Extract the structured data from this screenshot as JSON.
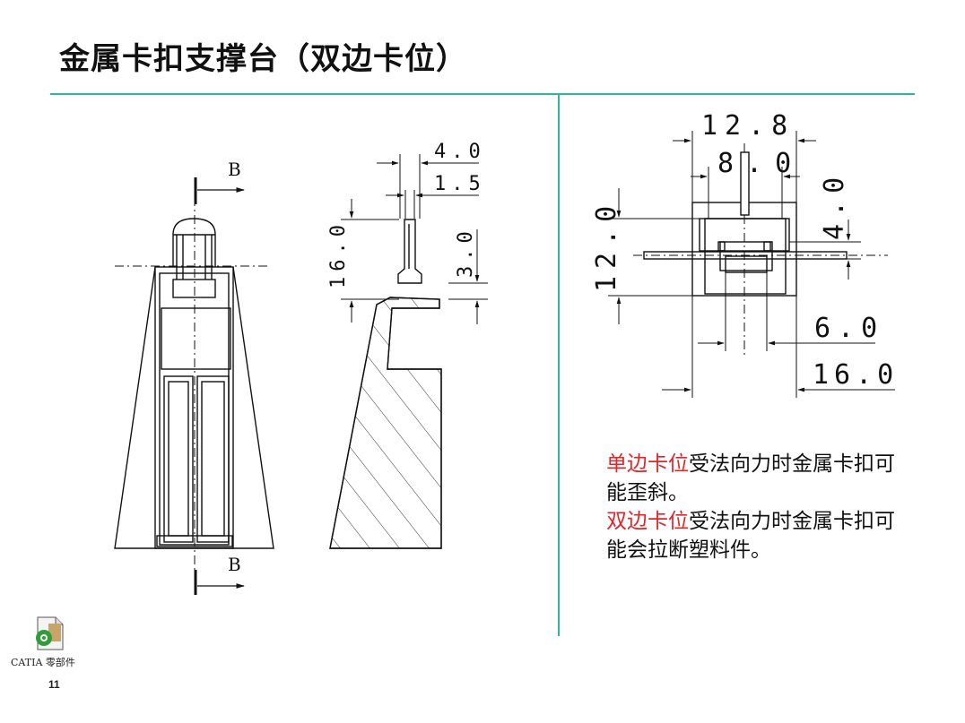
{
  "slide": {
    "title": "金属卡扣支撑台（双边卡位）",
    "accent_color": "#2fb59a",
    "page_number": "11"
  },
  "drawing": {
    "section_marks": [
      "B",
      "B"
    ],
    "side_dims": {
      "top_width": "4.0",
      "slot_width": "1.5",
      "height": "16.0",
      "tip_height": "3.0"
    },
    "top_dims": {
      "overall_width": "12.8",
      "inner_width": "8.0",
      "depth": "12.0",
      "tab": "4.0",
      "slot": "6.0",
      "base": "16.0"
    }
  },
  "notes": [
    {
      "highlight": "单边卡位",
      "text": "受法向力时金属卡扣可能歪斜。"
    },
    {
      "highlight": "双边卡位",
      "text": "受法向力时金属卡扣可能会拉断塑料件。"
    }
  ],
  "logo": {
    "icon": "catia-part-icon",
    "label": "CATIA 零部件"
  }
}
